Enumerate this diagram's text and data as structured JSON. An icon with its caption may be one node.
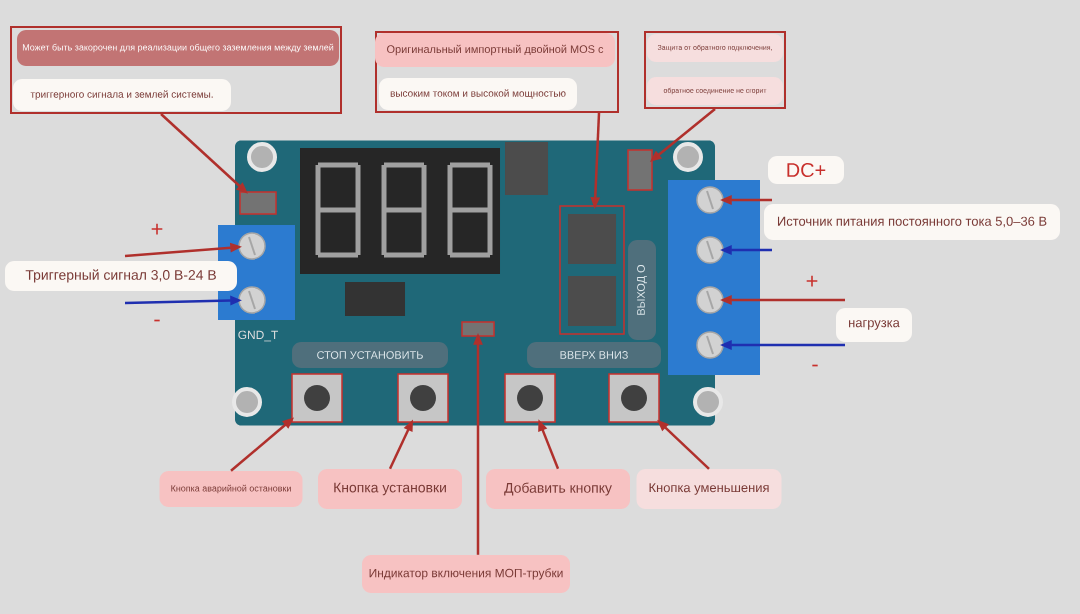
{
  "diagram": {
    "nodes": [
      {
        "text": [
          "Может быть закорочен для реализации общего заземления между землей",
          "триггерного сигнала и землей системы."
        ]
      },
      {
        "text": [
          "Оригинальный импортный двойной MOS с",
          "высоким током и высокой мощностью"
        ]
      },
      {
        "text": [
          "Защита от обратного подключения,",
          "обратное соединение не сгорит"
        ]
      },
      {
        "text": [],
        "shape": "picture"
      },
      {
        "text": [],
        "shape": "box",
        "in": 3
      },
      {
        "text": [],
        "shape": "box",
        "in": 3
      },
      {
        "text": [],
        "shape": "box",
        "in": 3
      },
      {
        "text": [],
        "shape": "circle",
        "in": 3
      },
      {
        "text": [],
        "shape": "circle",
        "in": 3
      },
      {
        "text": [],
        "shape": "circle",
        "in": 3
      },
      {
        "text": [],
        "shape": "circle",
        "in": 3
      },
      {
        "text": [],
        "shape": "circle",
        "in": 3
      },
      {
        "text": [],
        "shape": "circle",
        "in": 3
      },
      {
        "text": [
          "СТОП УСТАНОВИТЬ"
        ],
        "in": 3
      },
      {
        "text": [
          "ВВЕРХ ВНИЗ"
        ],
        "in": 3
      },
      {
        "text": [
          "ВЫХОД О"
        ],
        "in": 3
      },
      {
        "text": [],
        "shape": "box",
        "in": 3
      },
      {
        "text": [],
        "shape": "box",
        "in": 3
      },
      {
        "text": [],
        "shape": "box",
        "in": 3
      },
      {
        "text": [],
        "shape": "box",
        "in": 3
      },
      {
        "text": [],
        "shape": "box",
        "in": 3
      },
      {
        "text": [
          "Триггерный сигнал 3,0 В-24 В"
        ]
      },
      {
        "text": [
          "DC+"
        ]
      },
      {
        "text": [
          "Источник питания постоянного тока 5,0–36 В"
        ]
      },
      {
        "text": [
          "нагрузка"
        ]
      },
      {
        "text": [
          "Кнопка аварийной остановки"
        ]
      },
      {
        "text": [
          "Кнопка установки"
        ]
      },
      {
        "text": [
          "Добавить кнопку"
        ]
      },
      {
        "text": [
          "Кнопка уменьшения"
        ]
      },
      {
        "text": [
          "Индикатор включения МОП-трубки"
        ]
      }
    ],
    "edges": [
      {
        "from": 0,
        "to": 4,
        "arrow": "to"
      },
      {
        "from": 1,
        "to": 5,
        "arrow": "to"
      },
      {
        "from": 2,
        "to": 6,
        "arrow": "to"
      },
      {
        "from": 21,
        "to": 7,
        "arrow": "to"
      },
      {
        "from": 21,
        "to": 8,
        "arrow": "to",
        "color": "#1f2fb0"
      },
      {
        "from": 23,
        "to": 9,
        "arrow": "to"
      },
      {
        "from": 23,
        "to": 10,
        "arrow": "to",
        "color": "#1f2fb0"
      },
      {
        "from": 24,
        "to": 11,
        "arrow": "to"
      },
      {
        "from": 24,
        "to": 12,
        "arrow": "to",
        "color": "#1f2fb0"
      },
      {
        "from": 25,
        "to": 16,
        "arrow": "to"
      },
      {
        "from": 26,
        "to": 17,
        "arrow": "to"
      },
      {
        "from": 27,
        "to": 18,
        "arrow": "to"
      },
      {
        "from": 28,
        "to": 19,
        "arrow": "to"
      },
      {
        "from": 29,
        "to": 20,
        "arrow": "to"
      }
    ],
    "labels": [
      "+",
      "+",
      "-",
      "GND_T",
      "-"
    ]
  }
}
